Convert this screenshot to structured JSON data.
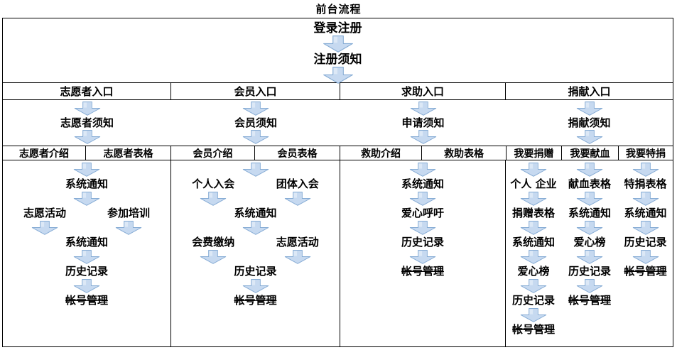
{
  "title": "前台流程",
  "colors": {
    "arrow_fill": "#c6d9f0",
    "arrow_fill_light": "#dce8f6",
    "arrow_stroke": "#85abd4",
    "border": "#000000",
    "text": "#000000",
    "background": "#ffffff"
  },
  "top_flow": {
    "steps": [
      "登录注册",
      "注册须知"
    ]
  },
  "strike_labels": [
    "帐号管理"
  ],
  "columns": [
    {
      "header": "志愿者入口",
      "notice": "志愿者须知",
      "tabs": [
        "志愿者介绍",
        "志愿者表格"
      ],
      "rows": [
        [
          "系统通知"
        ],
        [
          "志愿活动",
          "参加培训"
        ],
        [
          "系统通知"
        ],
        [
          "历史记录"
        ],
        [
          "帐号管理"
        ]
      ]
    },
    {
      "header": "会员入口",
      "notice": "会员须知",
      "tabs": [
        "会员介绍",
        "会员表格"
      ],
      "rows": [
        [
          "个人入会",
          "团体入会"
        ],
        [
          "系统通知"
        ],
        [
          "会费缴纳",
          "志愿活动"
        ],
        [
          "历史记录"
        ],
        [
          "帐号管理"
        ]
      ]
    },
    {
      "header": "求助入口",
      "notice": "申请须知",
      "tabs": [
        "救助介绍",
        "救助表格"
      ],
      "rows": [
        [
          "系统通知"
        ],
        [
          "爱心呼吁"
        ],
        [
          "历史记录"
        ],
        [
          "帐号管理"
        ]
      ]
    },
    {
      "header": "捐献入口",
      "notice": "捐献须知",
      "tabs": [
        "我要捐赠",
        "我要献血",
        "我要特捐"
      ],
      "branches": [
        [
          "个人 企业",
          "捐赠表格",
          "系统通知",
          "爱心榜",
          "历史记录",
          "帐号管理"
        ],
        [
          "献血表格",
          "系统通知",
          "爱心榜",
          "历史记录",
          "帐号管理"
        ],
        [
          "特捐表格",
          "系统通知",
          "历史记录",
          "帐号管理"
        ]
      ]
    }
  ]
}
